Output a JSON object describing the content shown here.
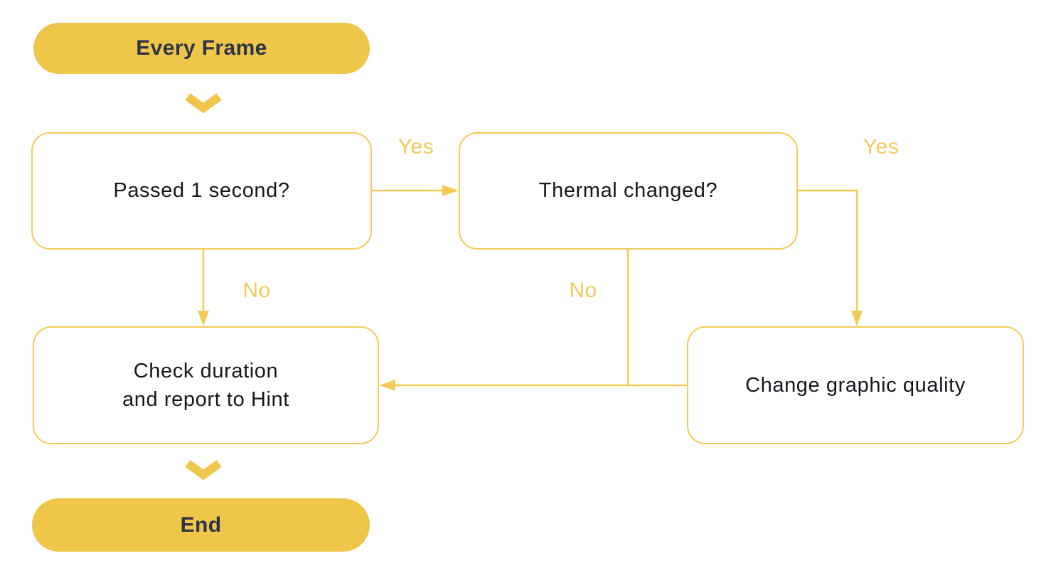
{
  "colors": {
    "accent_yellow": "#EFC64A",
    "line_yellow": "#F2CA58",
    "pill_text": "#2B3545",
    "node_text": "#14181D",
    "canvas_bg": "#FFFFFF"
  },
  "nodes": {
    "every_frame": {
      "label": "Every Frame",
      "type": "terminal-start"
    },
    "passed_1_second": {
      "label": "Passed 1 second?",
      "type": "decision"
    },
    "thermal_changed": {
      "label": "Thermal changed?",
      "type": "decision"
    },
    "change_graphic_quality": {
      "label": "Change graphic quality",
      "type": "process"
    },
    "check_duration": {
      "label": "Check duration\nand report to Hint",
      "type": "process"
    },
    "end": {
      "label": "End",
      "type": "terminal-end"
    }
  },
  "edge_labels": {
    "passed_yes": "Yes",
    "thermal_yes": "Yes",
    "passed_no": "No",
    "thermal_no": "No"
  }
}
